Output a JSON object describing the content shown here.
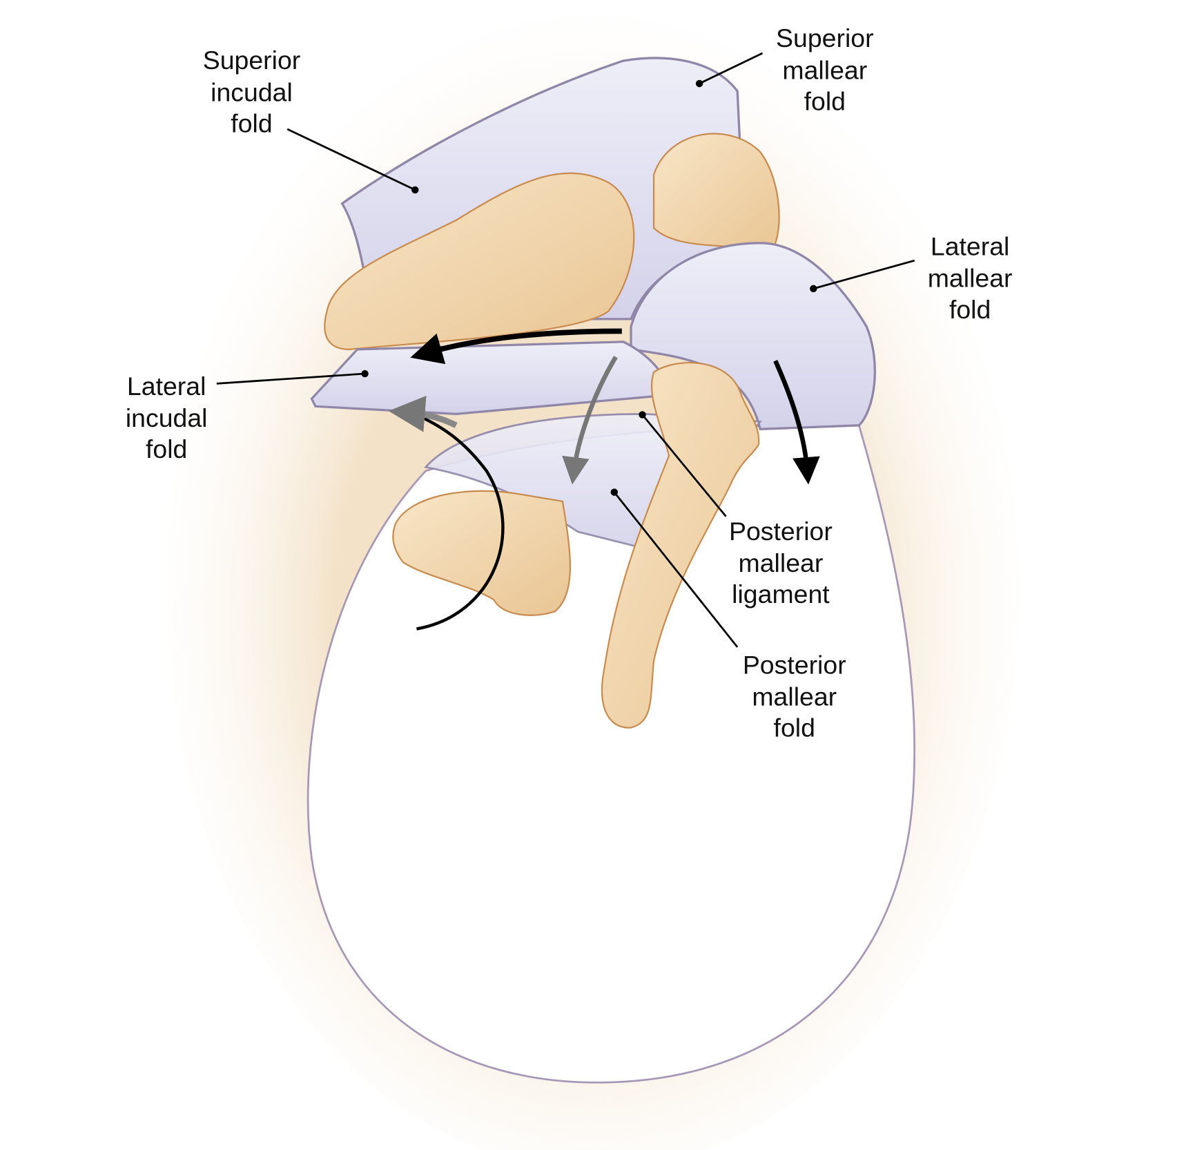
{
  "figure": {
    "labels": {
      "superior_incudal_fold": [
        "Superior",
        "incudal",
        "fold"
      ],
      "superior_mallear_fold": [
        "Superior",
        "mallear",
        "fold"
      ],
      "lateral_mallear_fold": [
        "Lateral",
        "mallear",
        "fold"
      ],
      "lateral_incudal_fold": [
        "Lateral",
        "incudal",
        "fold"
      ],
      "posterior_mallear_ligament": [
        "Posterior",
        "mallear",
        "ligament"
      ],
      "posterior_mallear_fold": [
        "Posterior",
        "mallear",
        "fold"
      ]
    },
    "colors": {
      "bone": "#f0d3a6",
      "bone_edge": "#c98a4e",
      "fold": "#dcdcf0",
      "fold_edge": "#8f86a8",
      "membrane_edge": "#a898b8",
      "background_glow": "#f3e2c8",
      "arrow": "#000000"
    }
  }
}
